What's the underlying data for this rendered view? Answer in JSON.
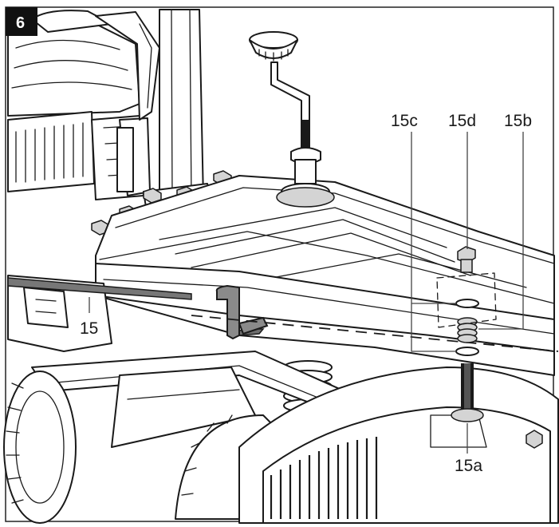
{
  "figure": {
    "number": "6",
    "labels": {
      "l15": "15",
      "l15a": "15a",
      "l15b": "15b",
      "l15c": "15c",
      "l15d": "15d"
    }
  }
}
